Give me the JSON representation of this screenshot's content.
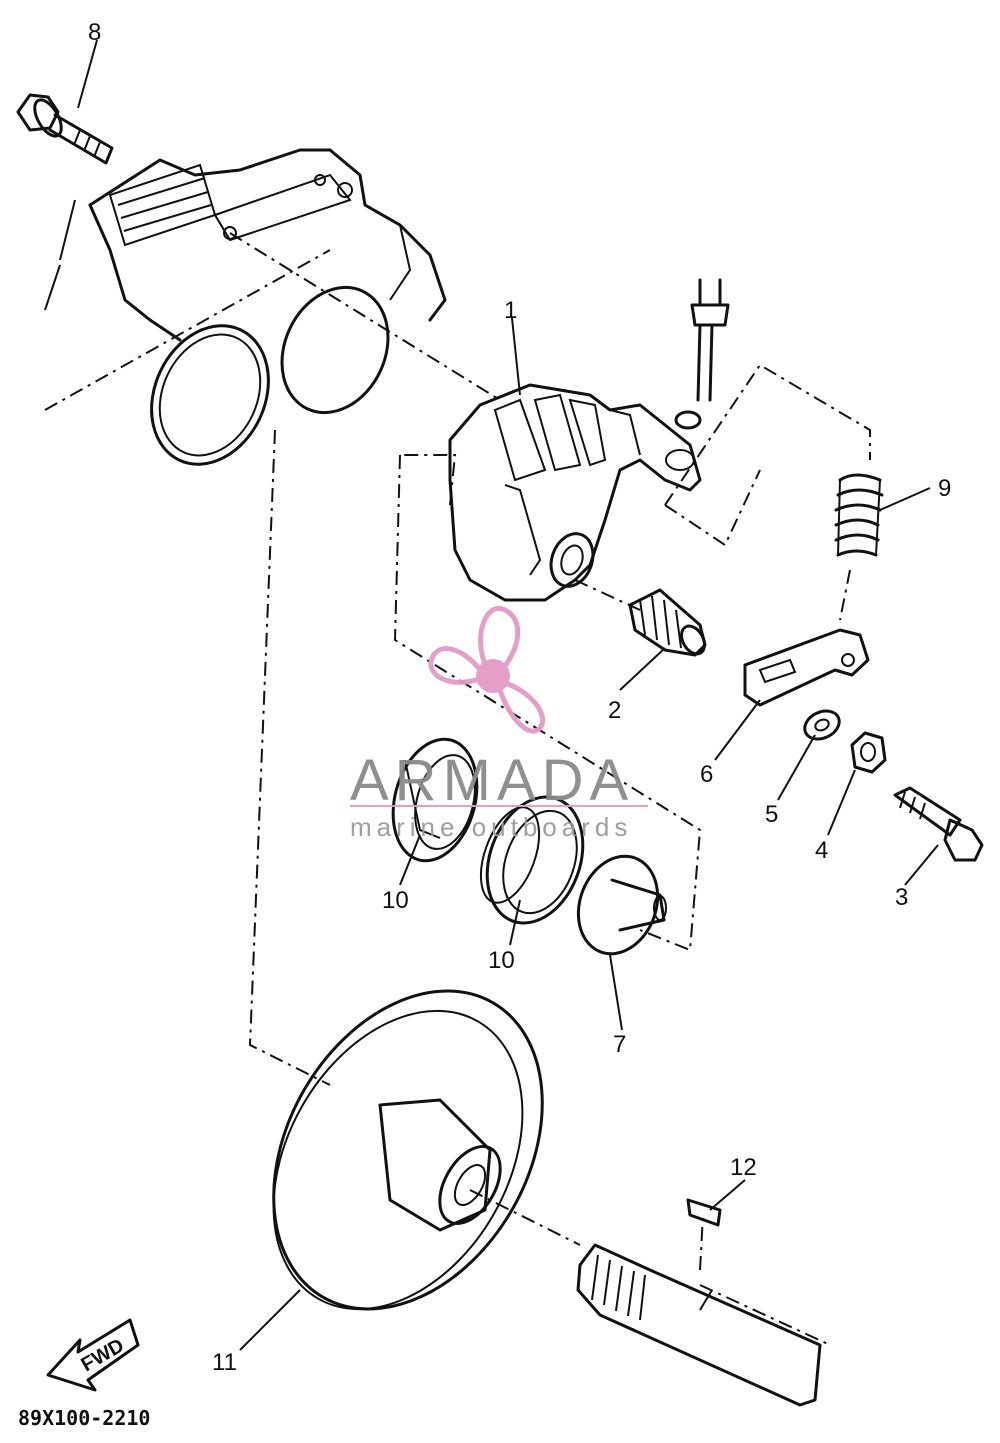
{
  "callouts": [
    {
      "id": "1",
      "label": "1"
    },
    {
      "id": "2",
      "label": "2"
    },
    {
      "id": "3",
      "label": "3"
    },
    {
      "id": "4",
      "label": "4"
    },
    {
      "id": "5",
      "label": "5"
    },
    {
      "id": "6",
      "label": "6"
    },
    {
      "id": "7",
      "label": "7"
    },
    {
      "id": "8",
      "label": "8"
    },
    {
      "id": "9",
      "label": "9"
    },
    {
      "id": "10a",
      "label": "10"
    },
    {
      "id": "10b",
      "label": "10"
    },
    {
      "id": "11",
      "label": "11"
    },
    {
      "id": "12",
      "label": "12"
    }
  ],
  "diagram_code": "89X100-2210",
  "direction_arrow": {
    "label": "FWD"
  },
  "watermark": {
    "name": "ARMADA",
    "tagline": "marine outboards",
    "accent_color": "#e39ac6",
    "text_color": "#8a8a8a"
  },
  "line_color": "#111111"
}
